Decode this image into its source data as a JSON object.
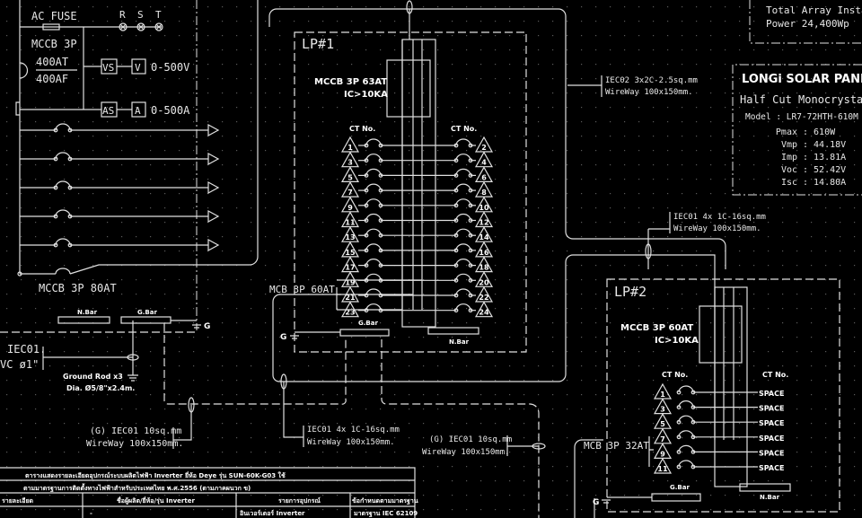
{
  "main_panel": {
    "ac_fuse": "AC FUSE",
    "phases": [
      "R",
      "S",
      "T"
    ],
    "mccb_main": "MCCB 3P",
    "mccb_at": "400AT",
    "mccb_af": "400AF",
    "vs": "VS",
    "v": "V",
    "volt_range": "0-500V",
    "as": "AS",
    "a": "A",
    "amp_range": "0-500A",
    "mccb_80": "MCCB 3P 80AT",
    "nbar": "N.Bar",
    "gbar": "G.Bar",
    "g_symbol": "G",
    "iec_label_1": "IEC01.",
    "iec_label_2": "VC ø1\"",
    "ground_rod_1": "Ground Rod x3",
    "ground_rod_2": "Dia. Ø5/8\"x2.4m.",
    "g_cable_1": "(G) IEC01  10sq.mm",
    "g_cable_2": "WireWay 100x150mm."
  },
  "lp1": {
    "title": "LP#1",
    "breaker_1": "MCCB 3P 63AT",
    "breaker_2": "IC>10KA",
    "ct_header_left": "CT No.",
    "ct_header_right": "CT No.",
    "left_circuits": [
      "1",
      "3",
      "5",
      "7",
      "9",
      "11",
      "13",
      "15",
      "17",
      "19",
      "21",
      "23"
    ],
    "right_circuits": [
      "2",
      "4",
      "6",
      "8",
      "10",
      "12",
      "14",
      "16",
      "18",
      "20",
      "22",
      "24"
    ],
    "feeder": "MCB 3P 60AT",
    "gbar": "G.Bar",
    "nbar": "N.Bar",
    "g_symbol": "G"
  },
  "lp2": {
    "title": "LP#2",
    "breaker_1": "MCCB 3P 60AT",
    "breaker_2": "IC>10KA",
    "ct_header_left": "CT No.",
    "ct_header_right": "CT No.",
    "left_circuits": [
      "1",
      "3",
      "5",
      "7",
      "9",
      "11"
    ],
    "right_circuits": [
      "SPACE",
      "SPACE",
      "SPACE",
      "SPACE",
      "SPACE",
      "SPACE"
    ],
    "feeder": "MCB 3P 32AT",
    "gbar": "G.Bar",
    "nbar": "N.Bar",
    "g_symbol": "G"
  },
  "cables": {
    "iec02_1": "IEC02 3x2C-2.5sq.mm",
    "iec02_2": "WireWay 100x150mm.",
    "iec01_lp2_1": "IEC01 4x 1C-16sq.mm",
    "iec01_lp2_2": "WireWay 100x150mm.",
    "iec01_lp1_1": "IEC01 4x 1C-16sq.mm",
    "iec01_lp1_2": "WireWay 100x150mm.",
    "g_iec01_1": "(G) IEC01  10sq.mm",
    "g_iec01_2": "WireWay 100x150mm."
  },
  "array_info": {
    "line1": "Total Array Installed",
    "line2": "Power 24,400Wp"
  },
  "panel_info": {
    "brand": "LONGi SOLAR PANEL",
    "type": "Half Cut Monocrystalline",
    "model": "Model : LR7-72HTH-610M",
    "specs": [
      {
        "k": "Pmax",
        "v": ": 610W"
      },
      {
        "k": "Vmp",
        "v": ": 44.18V"
      },
      {
        "k": "Imp",
        "v": ": 13.81A"
      },
      {
        "k": "Voc",
        "v": ": 52.42V"
      },
      {
        "k": "Isc",
        "v": ": 14.80A"
      }
    ]
  },
  "title_block": {
    "row1": "ตารางแสดงรายละเอียดอุปกรณ์ระบบผลิตไฟฟ้า Inverter ยี่ห้อ Deye รุ่น SUN-60K-G03 ใช้",
    "row2": "ตามมาตรฐานการติดตั้งทางไฟฟ้าสำหรับประเทศไทย พ.ศ.2556 (ตามภาคผนวก ข)",
    "headers": [
      "รายละเอียด",
      "ชื่อผู้ผลิต/ยี่ห้อ/รุ่น Inverter",
      "รายการอุปกรณ์",
      "ข้อกำหนดตามมาตรฐาน"
    ],
    "cells": [
      "-",
      "อินเวอร์เตอร์ Inverter",
      "มาตรฐาน IEC 62109"
    ]
  }
}
